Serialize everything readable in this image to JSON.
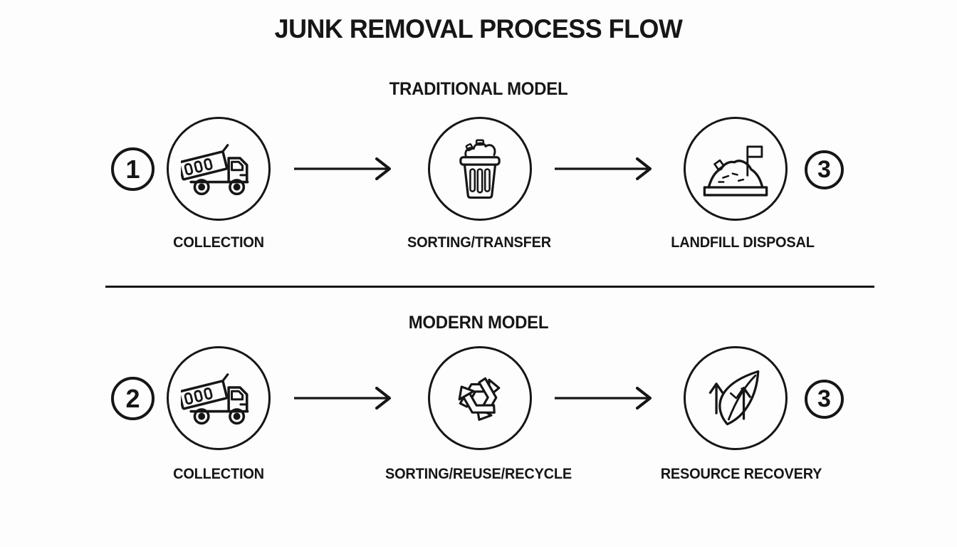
{
  "title": "JUNK REMOVAL PROCESS FLOW",
  "colors": {
    "background": "#fdfdfd",
    "ink": "#161616"
  },
  "sections": [
    {
      "heading": "TRADITIONAL MODEL",
      "start_badge": "1",
      "end_badge": "3",
      "steps": [
        {
          "icon": "dump-truck-icon",
          "label": "COLLECTION"
        },
        {
          "icon": "trash-bin-icon",
          "label": "SORTING/TRANSFER"
        },
        {
          "icon": "landfill-icon",
          "label": "LANDFILL DISPOSAL"
        }
      ]
    },
    {
      "heading": "MODERN MODEL",
      "start_badge": "2",
      "end_badge": "3",
      "steps": [
        {
          "icon": "dump-truck-icon",
          "label": "COLLECTION"
        },
        {
          "icon": "recycle-icon",
          "label": "SORTING/REUSE/RECYCLE"
        },
        {
          "icon": "leaf-recovery-icon",
          "label": "RESOURCE RECOVERY"
        }
      ]
    }
  ]
}
